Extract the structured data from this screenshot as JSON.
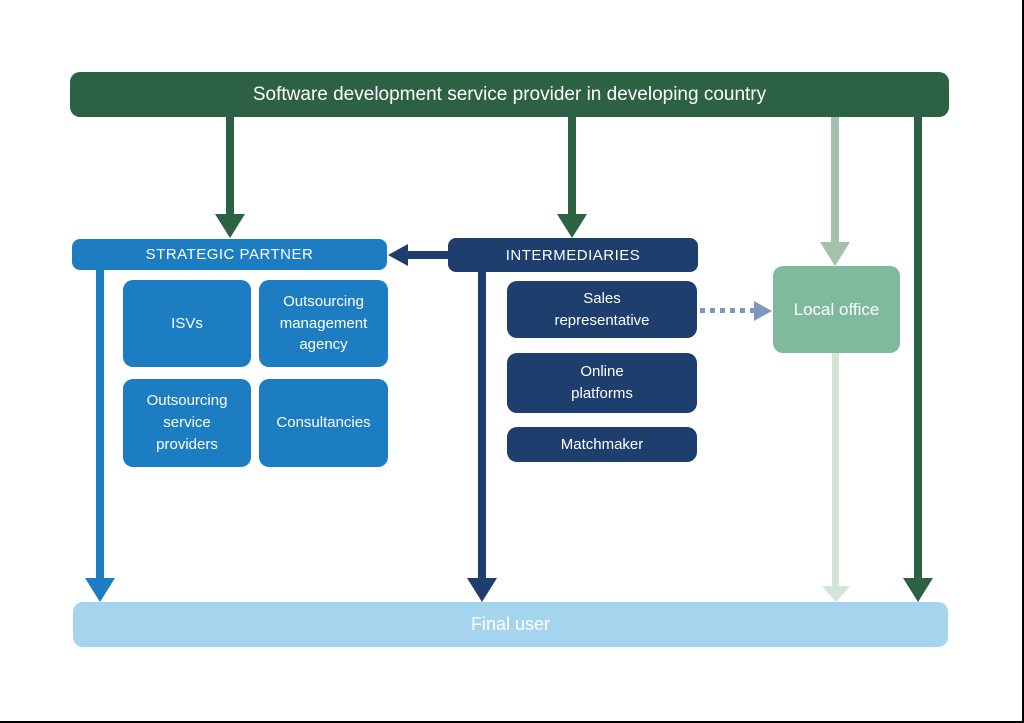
{
  "diagram": {
    "provider": {
      "label": "Software development service provider in developing country"
    },
    "strategic_partner": {
      "label": "STRATEGIC PARTNER",
      "items": [
        {
          "label": "ISVs"
        },
        {
          "label": "Outsourcing\nmanagement\nagency"
        },
        {
          "label": "Outsourcing\nservice\nproviders"
        },
        {
          "label": "Consultancies"
        }
      ]
    },
    "intermediaries": {
      "label": "INTERMEDIARIES",
      "items": [
        {
          "label": "Sales\nrepresentative"
        },
        {
          "label": "Online\nplatforms"
        },
        {
          "label": "Matchmaker"
        }
      ]
    },
    "local_office": {
      "label": "Local office"
    },
    "final_user": {
      "label": "Final user"
    },
    "colors": {
      "dark_green": "#2c6144",
      "bright_blue": "#1d7dc3",
      "navy": "#1e3e6d",
      "sage_green": "#7fba9e",
      "light_sage_arrow": "#a5c1ab",
      "pale_sage_arrow": "#d3e3d5",
      "light_blue": "#a4d4ee",
      "dotted_arrow_blue": "#8097bd",
      "text": "#ffffff"
    }
  }
}
